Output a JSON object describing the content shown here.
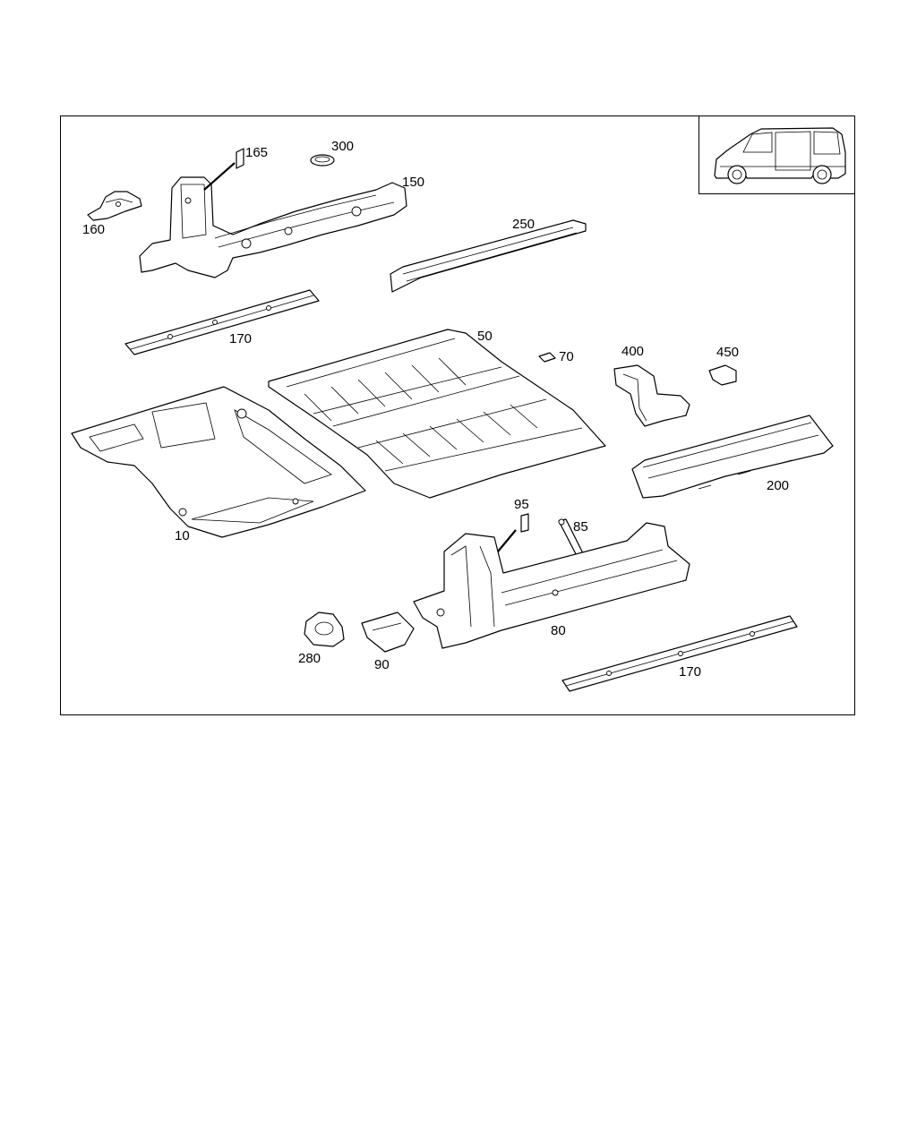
{
  "labels": {
    "l10": "10",
    "l50": "50",
    "l70": "70",
    "l80": "80",
    "l85": "85",
    "l90": "90",
    "l95": "95",
    "l150": "150",
    "l160": "160",
    "l165": "165",
    "l170a": "170",
    "l170b": "170",
    "l200": "200",
    "l250": "250",
    "l280": "280",
    "l300": "300",
    "l400": "400",
    "l450": "450"
  },
  "icons": {
    "vehicle": "van-side-icon"
  }
}
